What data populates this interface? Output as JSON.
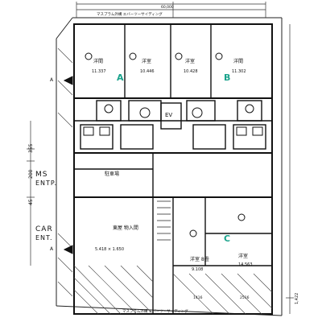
{
  "plan": {
    "top_note": "マスプラム外構 エバーツーサイディング",
    "bottom_note": "マスプラム外構 エバーツーサイディング",
    "dim_top": "60,000",
    "dim_bottom_left": "1416",
    "dim_bottom_mid": "2516",
    "dim_left_a": "355",
    "dim_left_b": "200",
    "dim_left_c": "45",
    "dim_right": "1,422",
    "left_labels": {
      "ms": "MS",
      "entry1": "ENTP.",
      "car": "CAR",
      "entry2": "ENT."
    },
    "markers": {
      "a_top": "A",
      "a_left": "A"
    },
    "rooms": [
      {
        "name": "洋間",
        "area": "11.337"
      },
      {
        "name": "洋室",
        "area": "10.446"
      },
      {
        "name": "洋室",
        "area": "10.428"
      },
      {
        "name": "洋間",
        "area": "11.302"
      },
      {
        "name": "EV",
        "area": ""
      },
      {
        "name": "洋室 8畳",
        "area": "9.108"
      },
      {
        "name": "洋室",
        "area": "14.563"
      },
      {
        "name": "東屋 物入間",
        "area": "5.418 × 1.650"
      },
      {
        "name": "駐車場",
        "area": ""
      }
    ],
    "units": [
      "A",
      "B",
      "C"
    ]
  }
}
